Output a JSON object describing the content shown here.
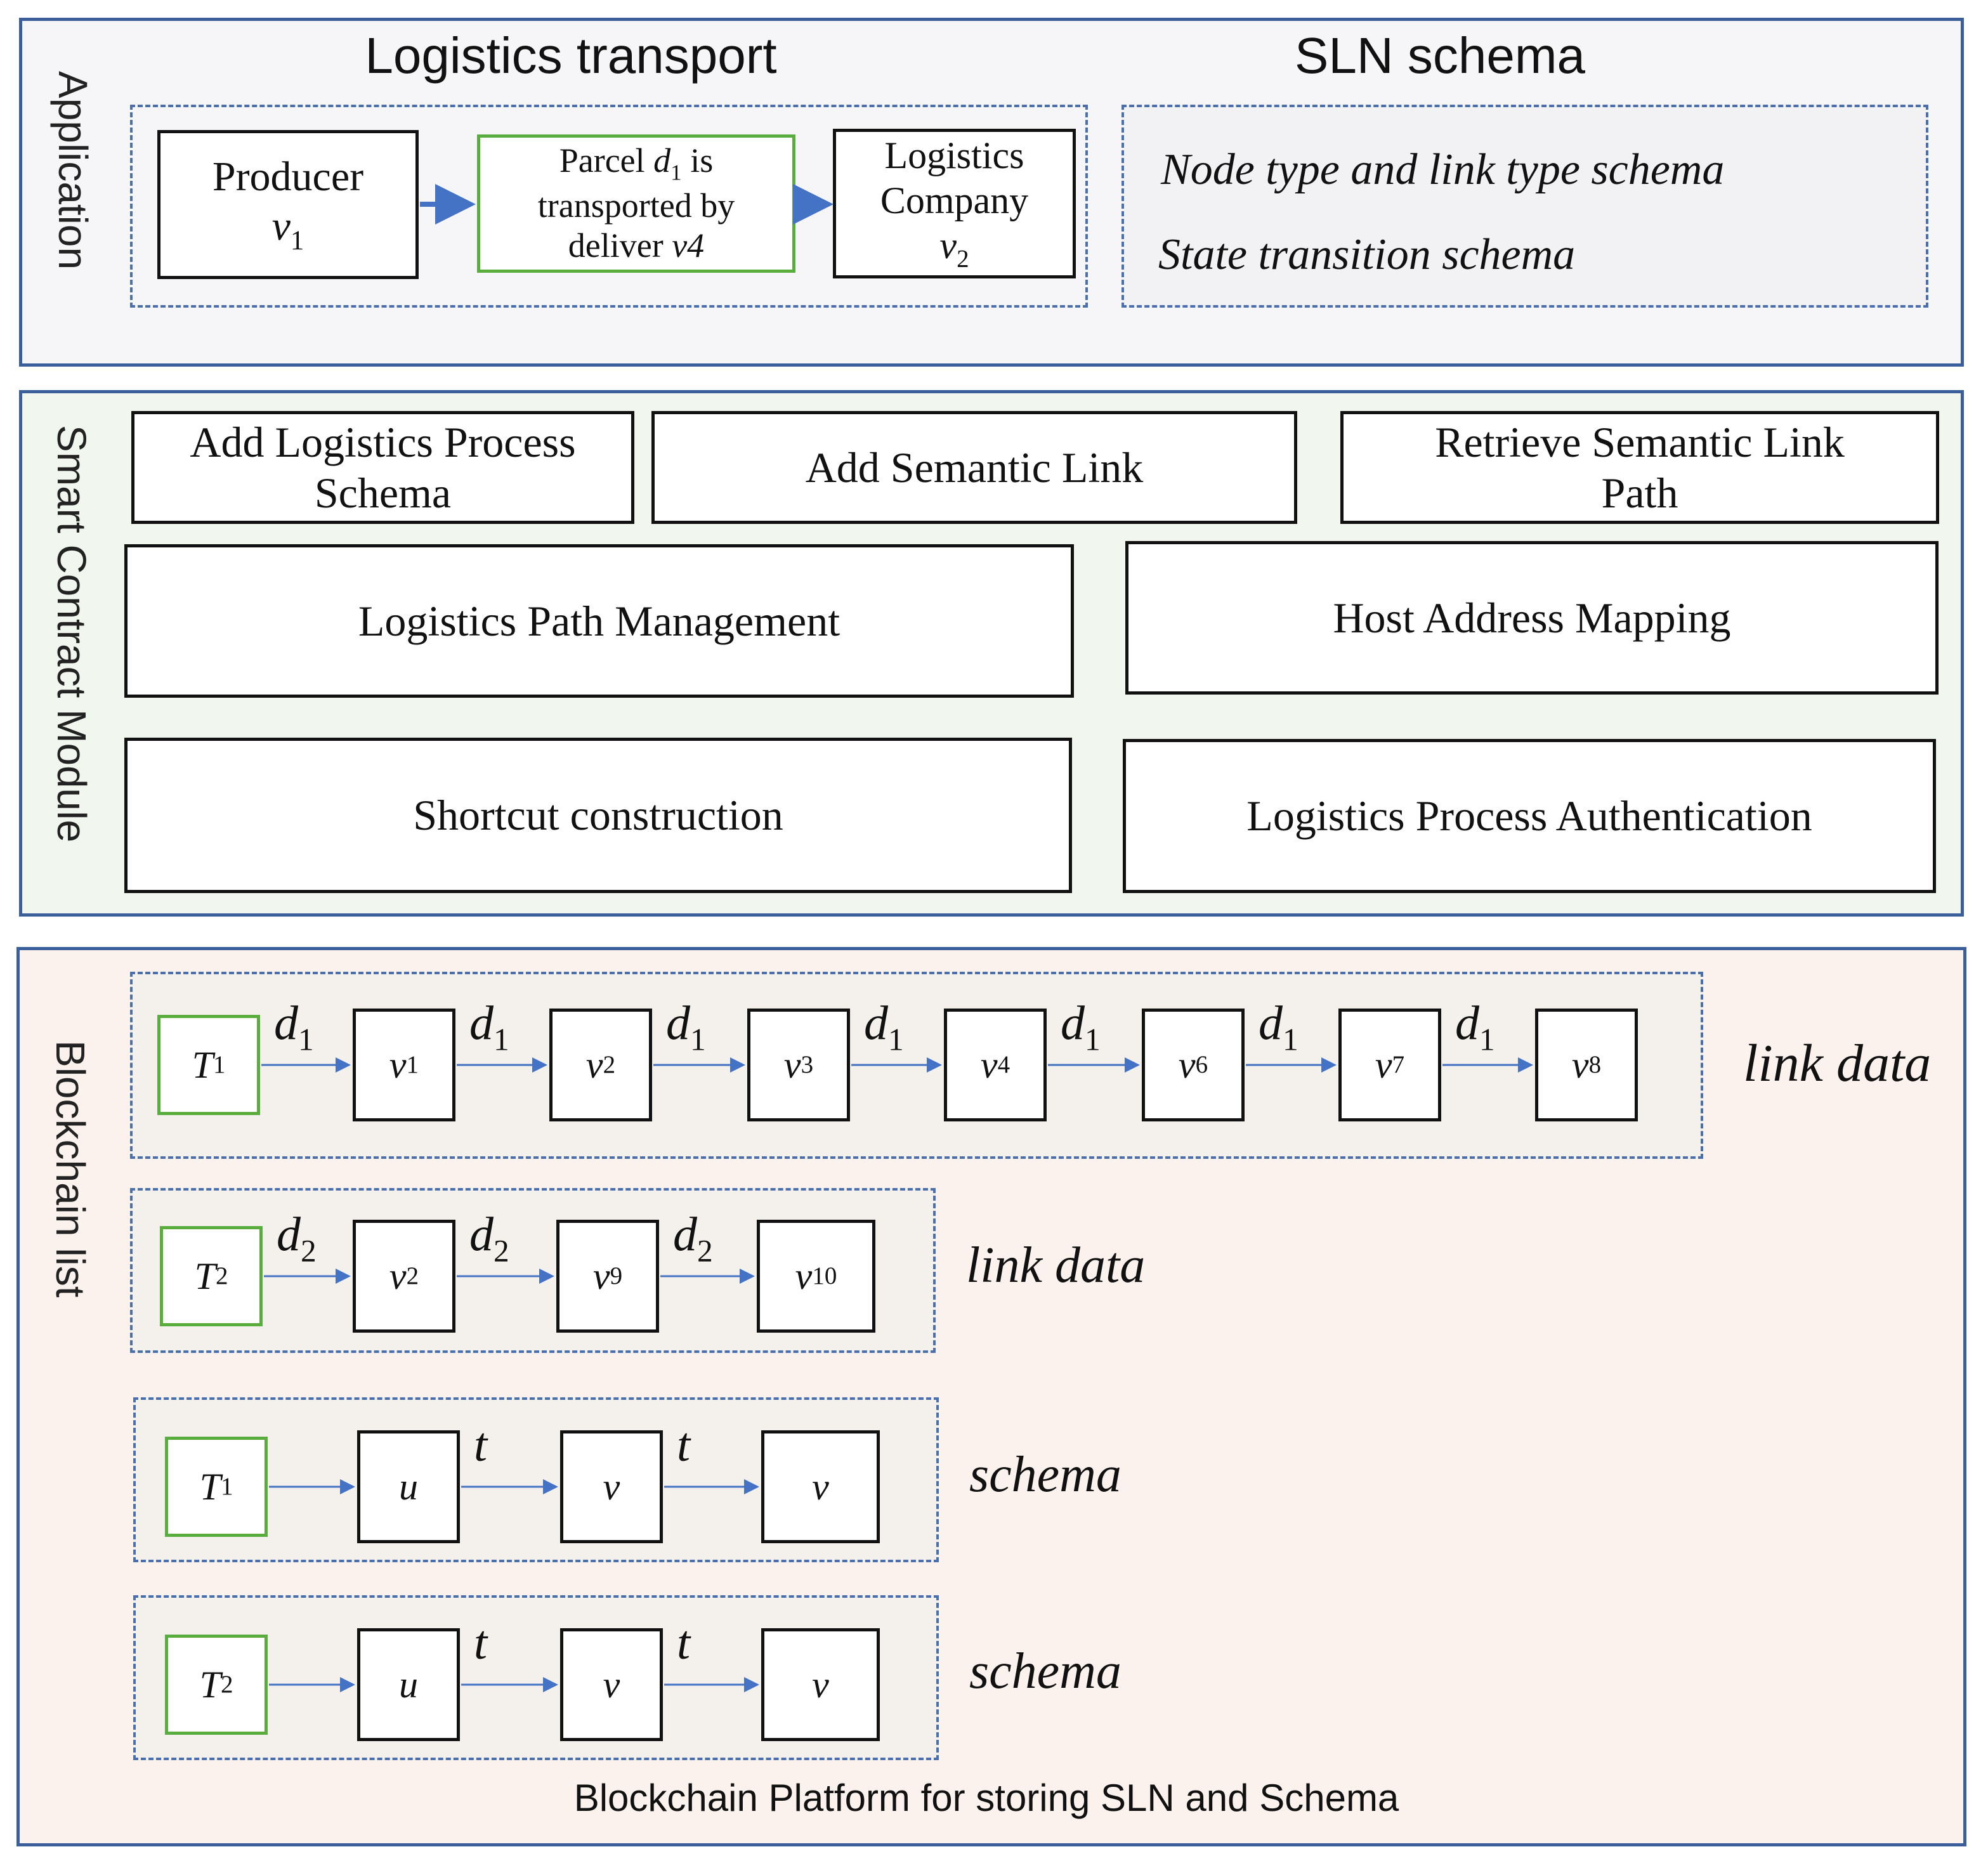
{
  "application": {
    "label": "Application",
    "logistics_heading": "Logistics transport",
    "schema_heading": "SLN schema",
    "producer_line1": "Producer",
    "producer_var": "v",
    "producer_sub": "1",
    "parcel_line1_a": "Parcel ",
    "parcel_var": "d",
    "parcel_sub": "1",
    "parcel_line1_b": " is",
    "parcel_line2": "transported by",
    "parcel_line3_a": "deliver ",
    "parcel_line3_var": "v4",
    "company_line1": "Logistics",
    "company_line2": "Company",
    "company_var": "v",
    "company_sub": "2",
    "schema_line1": "Node type and link type schema",
    "schema_line2": "State transition schema"
  },
  "smart_contract": {
    "label": "Smart Contract Module",
    "add_schema_line1": "Add Logistics Process",
    "add_schema_line2": "Schema",
    "add_link": "Add Semantic Link",
    "retrieve_line1": "Retrieve Semantic Link",
    "retrieve_line2": "Path",
    "path_mgmt": "Logistics Path Management",
    "host_mapping": "Host Address Mapping",
    "shortcut": "Shortcut construction",
    "authentication": "Logistics Process Authentication"
  },
  "blockchain": {
    "label": "Blockchain list",
    "footer": "Blockchain Platform for storing SLN and Schema",
    "rows": [
      {
        "tag": "link data",
        "start": {
          "var": "T",
          "sub": "1"
        },
        "nodes": [
          {
            "var": "v",
            "sub": "1"
          },
          {
            "var": "v",
            "sub": "2"
          },
          {
            "var": "v",
            "sub": "3"
          },
          {
            "var": "v",
            "sub": "4"
          },
          {
            "var": "v",
            "sub": "6"
          },
          {
            "var": "v",
            "sub": "7"
          },
          {
            "var": "v",
            "sub": "8"
          }
        ],
        "edges": [
          {
            "var": "d",
            "sub": "1"
          },
          {
            "var": "d",
            "sub": "1"
          },
          {
            "var": "d",
            "sub": "1"
          },
          {
            "var": "d",
            "sub": "1"
          },
          {
            "var": "d",
            "sub": "1"
          },
          {
            "var": "d",
            "sub": "1"
          },
          {
            "var": "d",
            "sub": "1"
          }
        ]
      },
      {
        "tag": "link data",
        "start": {
          "var": "T",
          "sub": "2"
        },
        "nodes": [
          {
            "var": "v",
            "sub": "2"
          },
          {
            "var": "v",
            "sub": "9"
          },
          {
            "var": "v",
            "sub": "10"
          }
        ],
        "edges": [
          {
            "var": "d",
            "sub": "2"
          },
          {
            "var": "d",
            "sub": "2"
          },
          {
            "var": "d",
            "sub": "2"
          }
        ]
      },
      {
        "tag": "schema",
        "start": {
          "var": "T",
          "sub": "1"
        },
        "nodes": [
          {
            "var": "u",
            "sub": ""
          },
          {
            "var": "v",
            "sub": ""
          },
          {
            "var": "v",
            "sub": ""
          }
        ],
        "edges": [
          {
            "var": "",
            "sub": ""
          },
          {
            "var": "t",
            "sub": ""
          },
          {
            "var": "t",
            "sub": ""
          }
        ]
      },
      {
        "tag": "schema",
        "start": {
          "var": "T",
          "sub": "2"
        },
        "nodes": [
          {
            "var": "u",
            "sub": ""
          },
          {
            "var": "v",
            "sub": ""
          },
          {
            "var": "v",
            "sub": ""
          }
        ],
        "edges": [
          {
            "var": "",
            "sub": ""
          },
          {
            "var": "t",
            "sub": ""
          },
          {
            "var": "t",
            "sub": ""
          }
        ]
      }
    ]
  }
}
